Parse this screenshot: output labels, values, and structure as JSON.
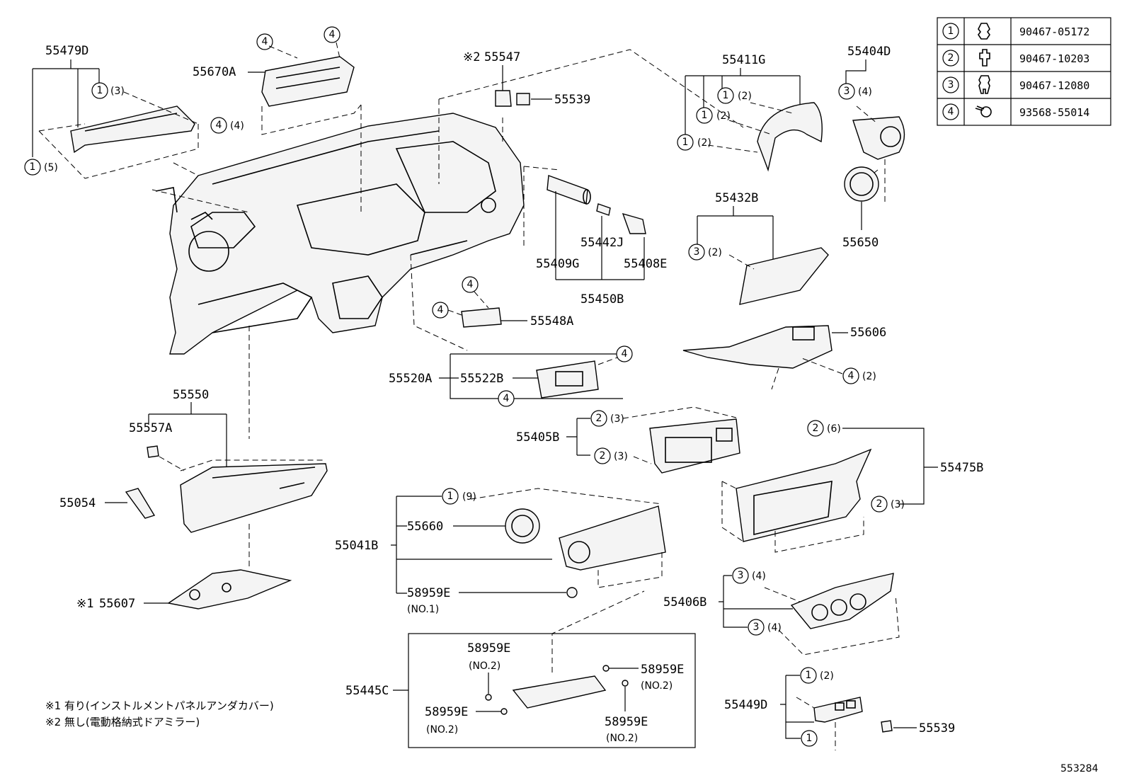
{
  "parts": {
    "p55479D": "55479D",
    "p55670A": "55670A",
    "p55547": "55547",
    "p55539a": "55539",
    "p55411G": "55411G",
    "p55404D": "55404D",
    "p55432B": "55432B",
    "p55650": "55650",
    "p55442J": "55442J",
    "p55409G": "55409G",
    "p55408E": "55408E",
    "p55450B": "55450B",
    "p55548A": "55548A",
    "p55606": "55606",
    "p55520A": "55520A",
    "p55522B": "55522B",
    "p55550": "55550",
    "p55557A": "55557A",
    "p55405B": "55405B",
    "p55475B": "55475B",
    "p55054": "55054",
    "p55660": "55660",
    "p55041B": "55041B",
    "p58959E_1": "58959E",
    "no1": "(NO.1)",
    "p55406B": "55406B",
    "p55607": "55607",
    "p58959E_2": "58959E",
    "p58959E_3": "58959E",
    "p58959E_4": "58959E",
    "p58959E_5": "58959E",
    "no2a": "(NO.2)",
    "no2b": "(NO.2)",
    "no2c": "(NO.2)",
    "no2d": "(NO.2)",
    "p55445C": "55445C",
    "p55449D": "55449D",
    "p55539b": "55539"
  },
  "marks": {
    "m1": "※1",
    "m2": "※2"
  },
  "callouts": {
    "one": "1",
    "two": "2",
    "three": "3",
    "four": "4"
  },
  "qty": {
    "q3": "(3)",
    "q5": "(5)",
    "q4": "(4)",
    "q2": "(2)",
    "q6": "(6)",
    "q9": "(9)"
  },
  "notes": {
    "n1": "※1 有り(インストルメントパネルアンダカバー)",
    "n2": "※2 無し(電動格納式ドアミラー)"
  },
  "legend": [
    {
      "num": "1",
      "part": "90467-05172"
    },
    {
      "num": "2",
      "part": "90467-10203"
    },
    {
      "num": "3",
      "part": "90467-12080"
    },
    {
      "num": "4",
      "part": "93568-55014"
    }
  ],
  "diagram_id": "553284"
}
